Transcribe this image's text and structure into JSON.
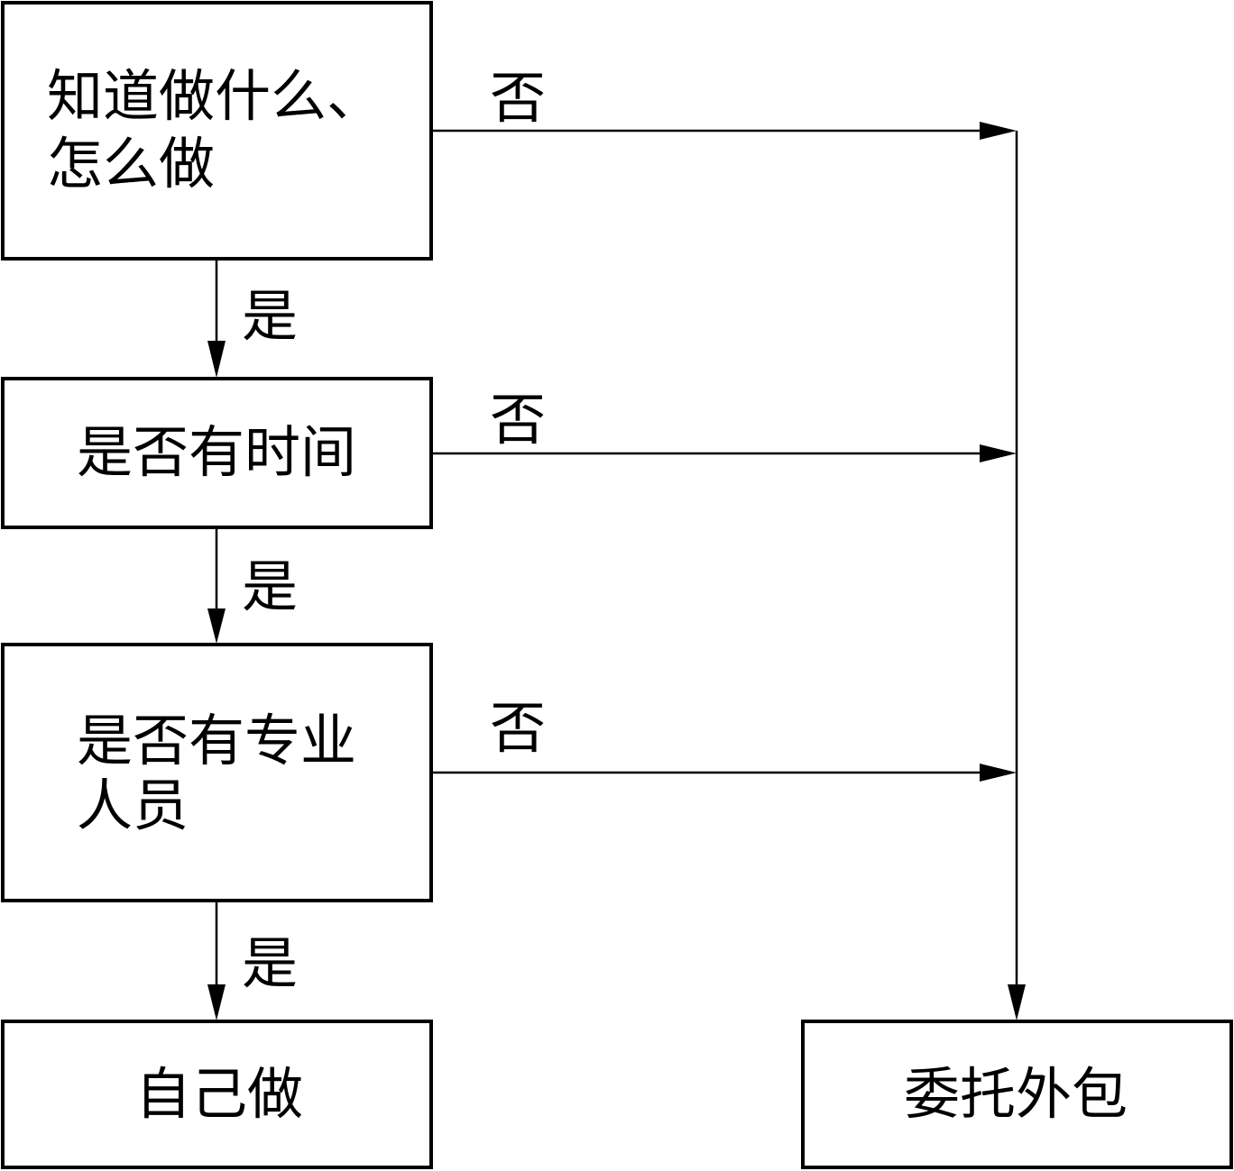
{
  "nodes": {
    "know_what_how": {
      "line1": "知道做什么、",
      "line2": "怎么做"
    },
    "have_time": {
      "line1": "是否有时间"
    },
    "have_staff": {
      "line1": "是否有专业",
      "line2": "人员"
    },
    "do_it_yourself": {
      "line1": "自己做"
    },
    "outsource": {
      "line1": "委托外包"
    }
  },
  "edges": {
    "yes_label": "是",
    "no_label": "否"
  },
  "colors": {
    "stroke": "#000000",
    "background": "#ffffff"
  }
}
